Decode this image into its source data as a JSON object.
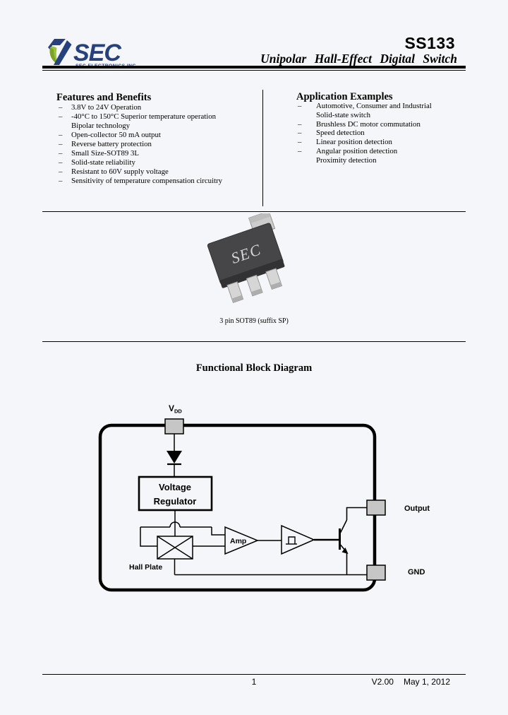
{
  "header": {
    "logo": {
      "brand": "SEC",
      "tagline": "SEC ELECTRONICS INC."
    },
    "part_number": "SS133",
    "subtitle": "Unipolar Hall-Effect Digital Switch"
  },
  "features": {
    "title": "Features and Benefits",
    "items": [
      {
        "bullet": "–",
        "text": "3.8V to 24V Operation"
      },
      {
        "bullet": "–",
        "text": "-40°C to 150°C Superior temperature operation"
      },
      {
        "bullet": "",
        "text": "Bipolar technology"
      },
      {
        "bullet": "–",
        "text": "Open-collector 50 mA output"
      },
      {
        "bullet": "–",
        "text": "Reverse battery protection"
      },
      {
        "bullet": "–",
        "text": "Small Size-SOT89 3L"
      },
      {
        "bullet": "–",
        "text": "Solid-state reliability"
      },
      {
        "bullet": "–",
        "text": "Resistant to 60V supply voltage"
      },
      {
        "bullet": "–",
        "text": "Sensitivity of temperature compensation circuitry"
      }
    ]
  },
  "applications": {
    "title": "Application Examples",
    "items": [
      {
        "bullet": "–",
        "text": "Automotive, Consumer and Industrial"
      },
      {
        "bullet": "",
        "text": "Solid-state switch"
      },
      {
        "bullet": "–",
        "text": "Brushless DC motor commutation"
      },
      {
        "bullet": "–",
        "text": "Speed detection"
      },
      {
        "bullet": "–",
        "text": "Linear position detection"
      },
      {
        "bullet": "–",
        "text": "Angular position detection"
      },
      {
        "bullet": "",
        "text": "Proximity detection"
      }
    ]
  },
  "package": {
    "caption": "3 pin SOT89 (suffix SP)",
    "marking": "SEC"
  },
  "diagram": {
    "title": "Functional Block Diagram",
    "labels": {
      "vdd": "V",
      "vdd_sub": "DD",
      "regulator_line1": "Voltage",
      "regulator_line2": "Regulator",
      "amp": "Amp",
      "hall_plate": "Hall Plate",
      "output": "Output",
      "gnd": "GND"
    }
  },
  "footer": {
    "page_number": "1",
    "version": "V2.00",
    "date": "May 1, 2012"
  },
  "colors": {
    "brand_navy": "#27407e",
    "brand_green": "#99c43a",
    "pad_gray": "#c6c6c6",
    "chip_body": "#464649",
    "chip_lead": "#d6d6d6"
  }
}
